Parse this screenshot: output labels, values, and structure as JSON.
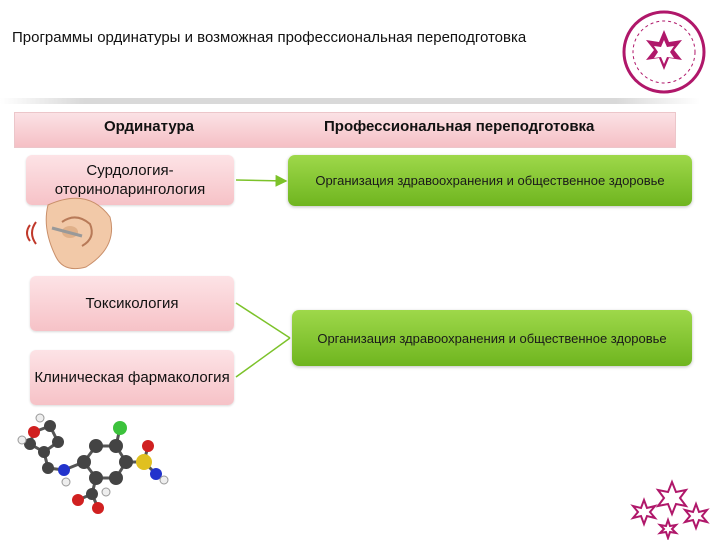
{
  "slide": {
    "title": "Программы ординатуры и возможная профессиональная переподготовка"
  },
  "table": {
    "left_header": "Ординатура",
    "right_header": "Профессиональная переподготовка"
  },
  "residency": [
    "Сурдология-оториноларингология",
    "Токсикология",
    "Клиническая фармакология"
  ],
  "retraining": [
    "Организация здравоохранения и общественное здоровье",
    "Организация здравоохранения и общественное здоровье"
  ],
  "colors": {
    "pink": "#f6c2c7",
    "green": "#7cc22a",
    "magenta": "#b0176a"
  },
  "icons": [
    "ear-illustration-icon",
    "molecule-illustration-icon",
    "university-logo-icon",
    "star-decoration-icon"
  ]
}
